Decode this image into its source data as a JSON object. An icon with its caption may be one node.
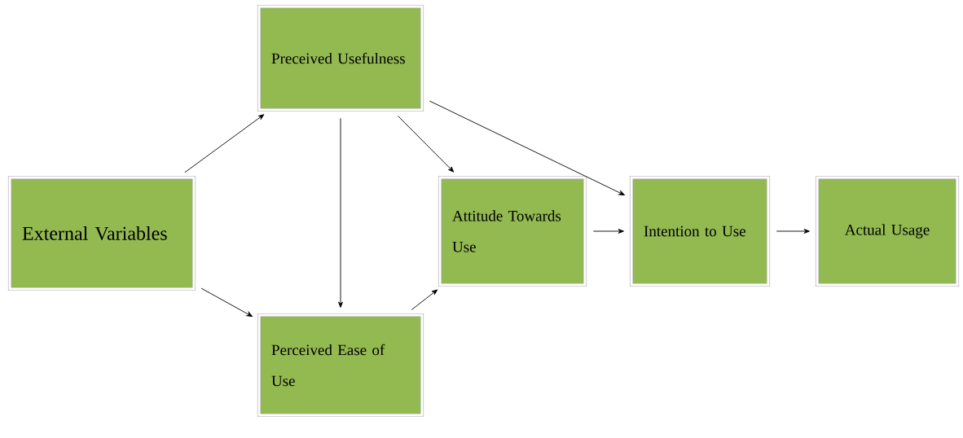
{
  "diagram": {
    "nodes": [
      {
        "text": [
          "External Variables"
        ]
      },
      {
        "text": [
          "Preceived Usefulness"
        ]
      },
      {
        "text": [
          "Perceived Ease of Use"
        ]
      },
      {
        "text": [
          "Attitude Towards Use"
        ]
      },
      {
        "text": [
          "Intention to Use"
        ]
      },
      {
        "text": [
          "Actual Usage"
        ]
      }
    ],
    "edges": [
      {
        "from": 0,
        "to": 1,
        "arrow": "to"
      },
      {
        "from": 0,
        "to": 2,
        "arrow": "to"
      },
      {
        "from": 1,
        "to": 2,
        "arrow": "to"
      },
      {
        "from": 2,
        "to": 3,
        "arrow": "to"
      },
      {
        "from": 1,
        "to": 3,
        "arrow": "to"
      },
      {
        "from": 1,
        "to": 4,
        "arrow": "to"
      },
      {
        "from": 3,
        "to": 4,
        "arrow": "to"
      },
      {
        "from": 4,
        "to": 5,
        "arrow": "to"
      }
    ]
  }
}
